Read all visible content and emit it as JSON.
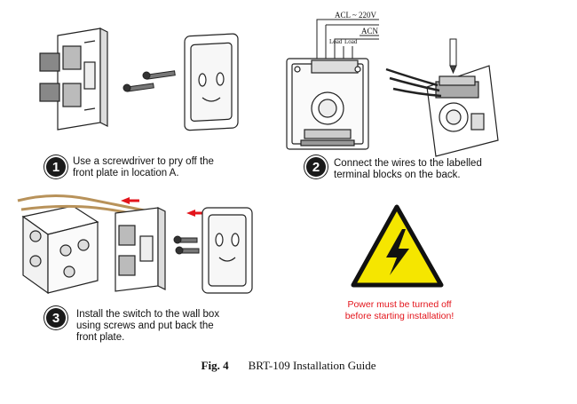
{
  "steps": [
    {
      "number": "1",
      "text_lines": [
        "Use a screwdriver to pry off the",
        "front plate in location A."
      ]
    },
    {
      "number": "2",
      "text_lines": [
        "Connect the wires to the labelled",
        "terminal blocks on the back."
      ]
    },
    {
      "number": "3",
      "text_lines": [
        "Install the switch to the wall box",
        "using screws and put back the",
        "front plate."
      ]
    }
  ],
  "wiring_labels": {
    "acl": "ACL ~ 220V",
    "acn": "ACN",
    "load1": "Load",
    "load2": "Load"
  },
  "warning": {
    "lines": [
      "Power must be turned off",
      "before starting installation!"
    ],
    "color": "#e3141b",
    "sign_color": "#f5e600",
    "icon": "high-voltage-icon"
  },
  "caption": {
    "label": "Fig. 4",
    "text": "BRT-109 Installation Guide"
  }
}
